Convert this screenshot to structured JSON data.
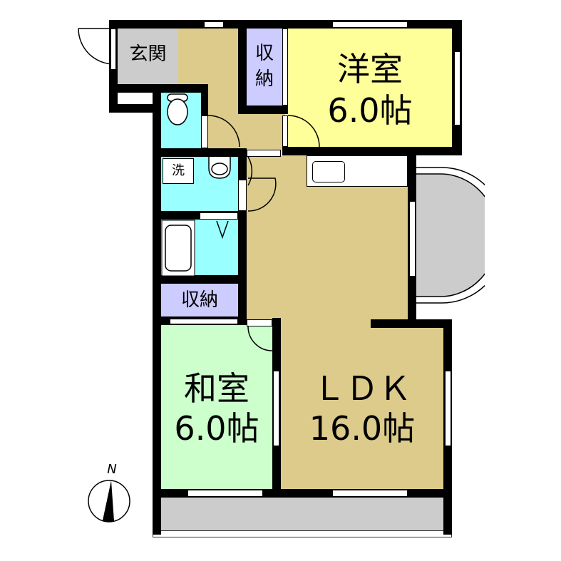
{
  "colors": {
    "wall": "#000000",
    "genkan": "#cccccc",
    "corridor": "#dccb8a",
    "storage": "#ccccff",
    "western_room": "#ffff99",
    "water_area": "#99ffff",
    "japanese_room": "#ccffcc",
    "ldk": "#dccb8a",
    "balcony": "#cccccc"
  },
  "rooms": {
    "genkan": {
      "label": "玄関"
    },
    "storage_top": {
      "label_line1": "収",
      "label_line2": "納"
    },
    "western_room": {
      "name": "洋室",
      "size": "6.0帖"
    },
    "washroom": {
      "label": "洗"
    },
    "storage_mid": {
      "label": "収納"
    },
    "japanese_room": {
      "name": "和室",
      "size": "6.0帖"
    },
    "ldk": {
      "name": "ＬＤＫ",
      "size": "16.0帖"
    }
  },
  "compass": {
    "label": "N"
  }
}
